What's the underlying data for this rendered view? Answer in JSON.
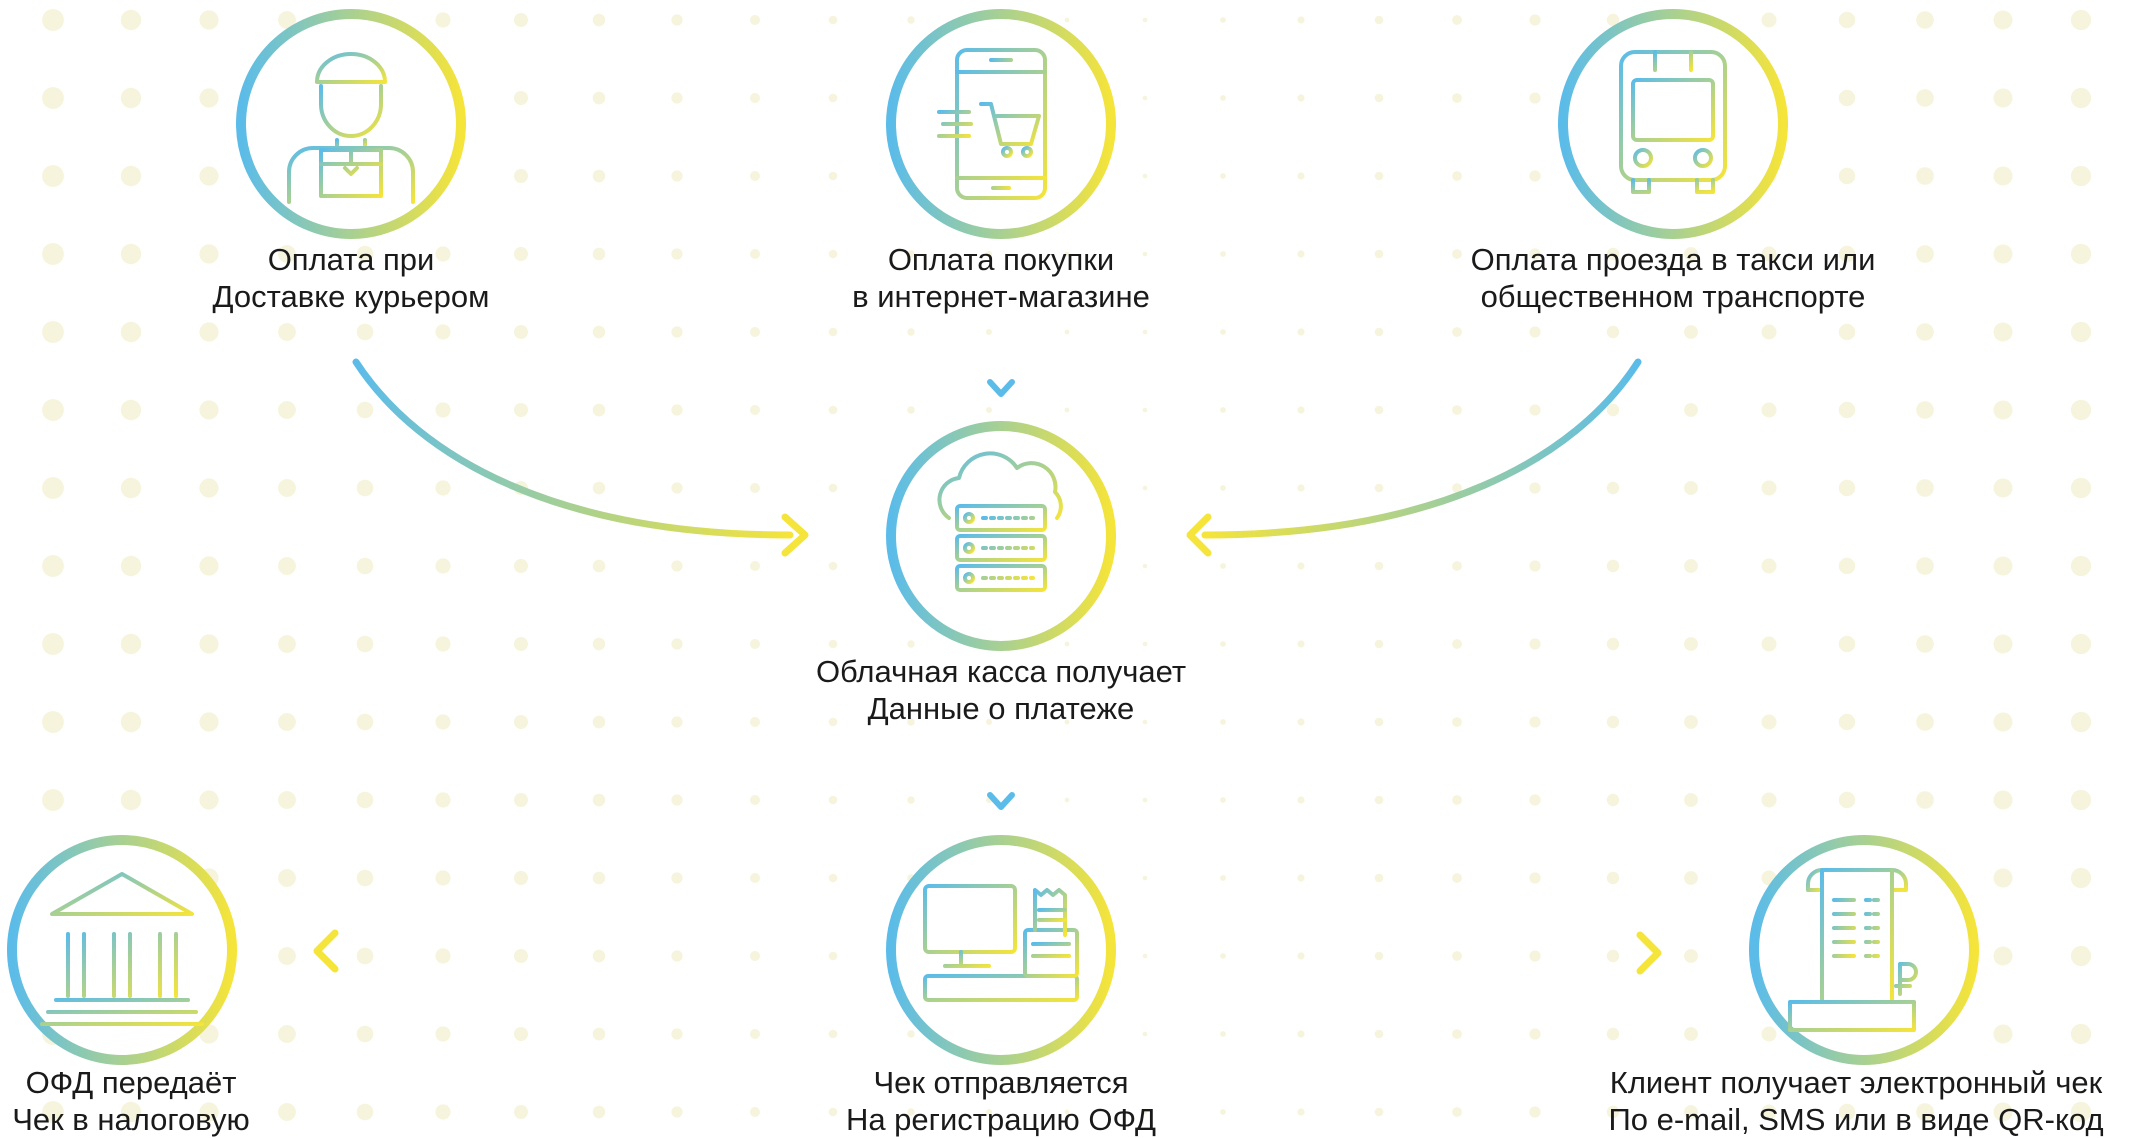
{
  "nodes": [
    {
      "id": "courier",
      "icon": "courier-icon",
      "lines": [
        "Оплата при",
        "Доставке курьером"
      ]
    },
    {
      "id": "online-shop",
      "icon": "mobile-shopping-cart-icon",
      "lines": [
        "Оплата покупки",
        "в интернет-магазине"
      ]
    },
    {
      "id": "transport",
      "icon": "bus-icon",
      "lines": [
        "Оплата проезда в такси или",
        "общественном транспорте"
      ]
    },
    {
      "id": "cloud-kassa",
      "icon": "cloud-server-icon",
      "lines": [
        "Облачная касса получает",
        "Данные о платеже"
      ]
    },
    {
      "id": "ofd-registration",
      "icon": "cash-register-icon",
      "lines": [
        "Чек отправляется",
        "На регистрацию ОФД"
      ]
    },
    {
      "id": "tax-office",
      "icon": "government-building-icon",
      "lines": [
        "ОФД передаёт",
        "Чек в налоговую"
      ]
    },
    {
      "id": "client-receipt",
      "icon": "receipt-icon",
      "lines": [
        "Клиент получает электронный чек",
        "По e-mail, SMS или в виде QR-код"
      ]
    }
  ],
  "edges": [
    {
      "from": "courier",
      "to": "cloud-kassa"
    },
    {
      "from": "online-shop",
      "to": "cloud-kassa"
    },
    {
      "from": "transport",
      "to": "cloud-kassa"
    },
    {
      "from": "cloud-kassa",
      "to": "ofd-registration"
    },
    {
      "from": "ofd-registration",
      "to": "tax-office"
    },
    {
      "from": "ofd-registration",
      "to": "client-receipt"
    }
  ],
  "colors": {
    "gradient_start": "#5bbce9",
    "gradient_end": "#f5e43a",
    "text": "#1a1a1a",
    "dots": "#f6f4dc"
  }
}
